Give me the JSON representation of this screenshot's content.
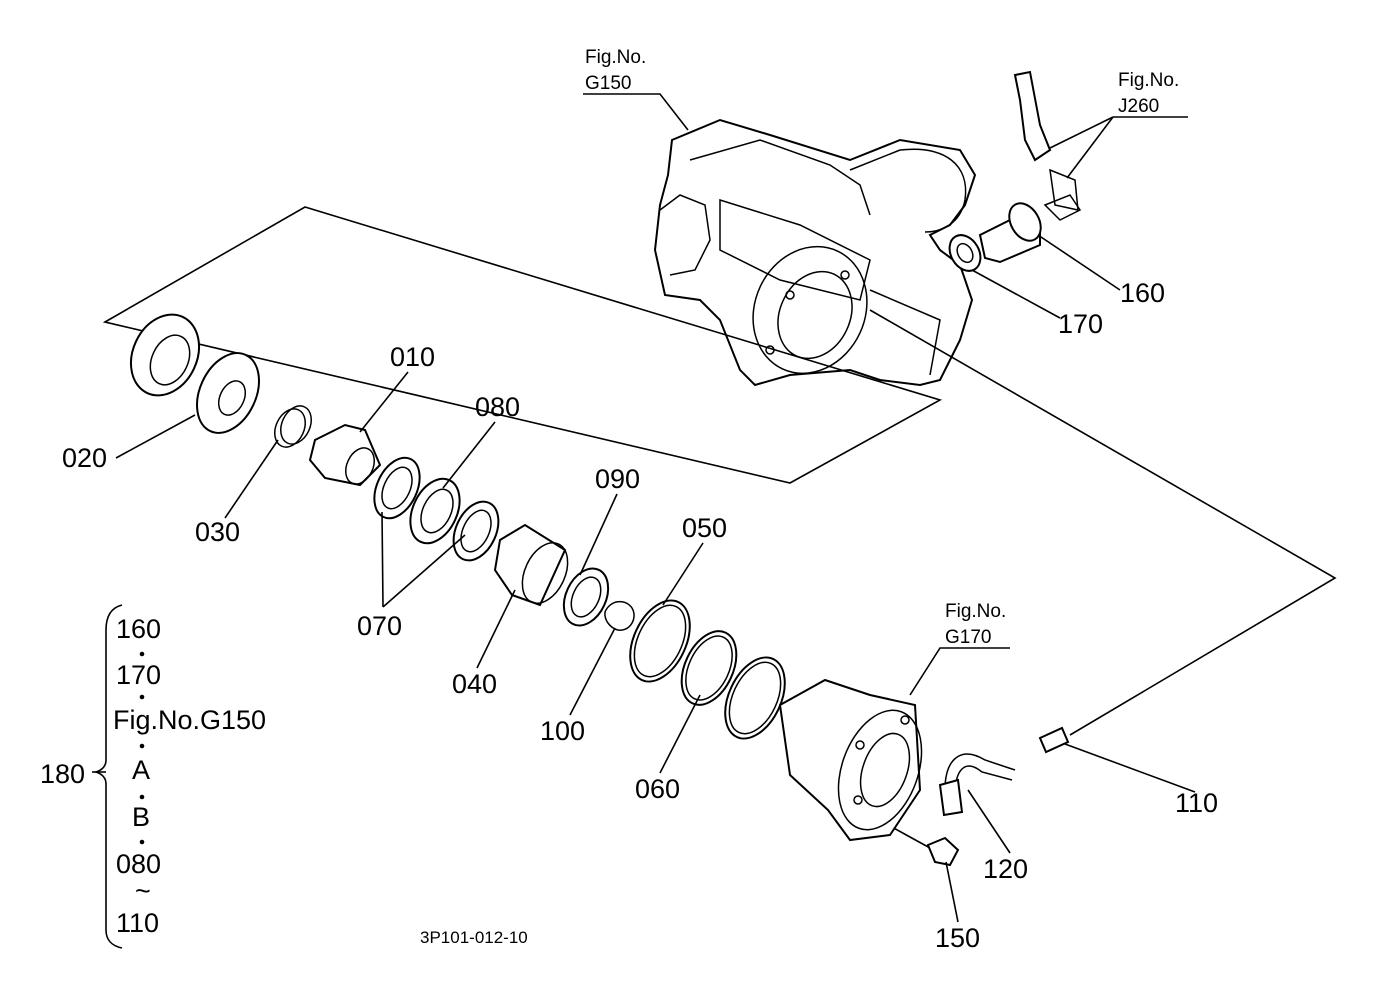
{
  "figure_refs": {
    "g150": {
      "line1": "Fig.No.",
      "line2": "G150"
    },
    "j260": {
      "line1": "Fig.No.",
      "line2": "J260"
    },
    "g170": {
      "line1": "Fig.No.",
      "line2": "G170"
    }
  },
  "part_labels": {
    "p010": "010",
    "p020": "020",
    "p030": "030",
    "p040": "040",
    "p050": "050",
    "p060": "060",
    "p070": "070",
    "p080": "080",
    "p090": "090",
    "p100": "100",
    "p110": "110",
    "p120": "120",
    "p150": "150",
    "p160": "160",
    "p170": "170"
  },
  "assembly_set": {
    "number": "180",
    "items": [
      "160",
      "170",
      "Fig.No.G150",
      "A",
      "B",
      "080"
    ],
    "range_mark": "~",
    "range_end": "110"
  },
  "drawing_code": "3P101-012-10"
}
